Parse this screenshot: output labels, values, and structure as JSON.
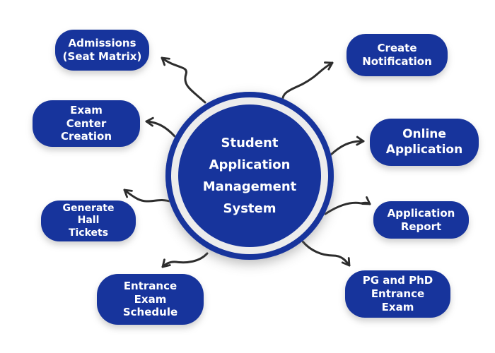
{
  "center": {
    "lines": [
      "Student",
      "Application",
      "Management",
      "System"
    ]
  },
  "nodes": [
    {
      "id": "admissions",
      "lines": [
        "Admissions",
        "(Seat Matrix)"
      ]
    },
    {
      "id": "exam-center-creation",
      "lines": [
        "Exam",
        "Center",
        "Creation"
      ]
    },
    {
      "id": "generate-hall-tickets",
      "lines": [
        "Generate",
        "Hall",
        "Tickets"
      ]
    },
    {
      "id": "entrance-exam-schedule",
      "lines": [
        "Entrance",
        "Exam",
        "Schedule"
      ]
    },
    {
      "id": "create-notification",
      "lines": [
        "Create",
        "Notification"
      ]
    },
    {
      "id": "online-application",
      "lines": [
        "Online",
        "Application"
      ]
    },
    {
      "id": "application-report",
      "lines": [
        "Application",
        "Report"
      ]
    },
    {
      "id": "pg-phd-entrance-exam",
      "lines": [
        "PG and PhD",
        "Entrance",
        "Exam"
      ]
    }
  ],
  "colors": {
    "node_fill": "#17349C",
    "node_text": "#FFFFFF",
    "arrow": "#2D2D2D",
    "circle_ring": "#ECECEC",
    "background": "#FFFFFF"
  }
}
